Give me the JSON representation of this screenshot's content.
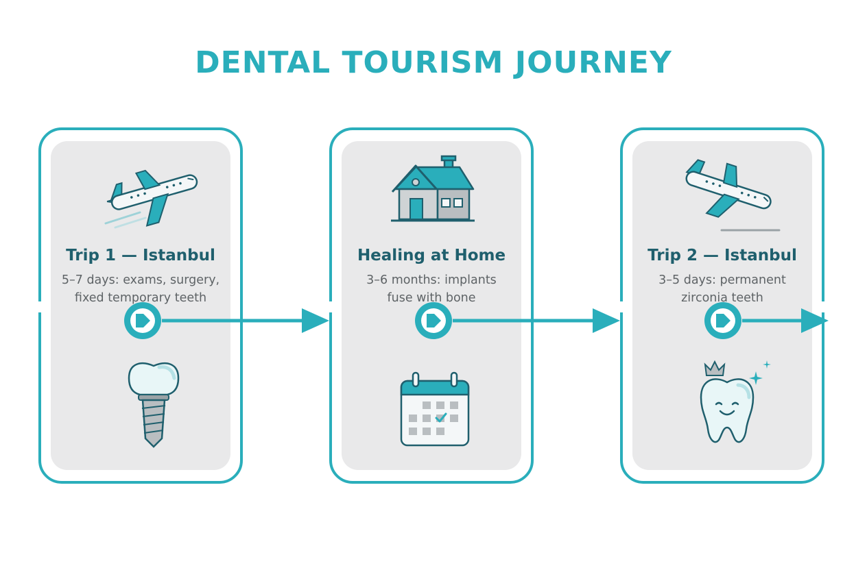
{
  "title": "DENTAL TOURISM JOURNEY",
  "colors": {
    "accent": "#2aaebb",
    "dark": "#1f5f6d",
    "card_fill": "#e9e9ea"
  },
  "steps": [
    {
      "title": "Trip 1 — Istanbul",
      "description": "5–7 days: exams, surgery,\nfixed temporary teeth",
      "top_icon": "airplane-takeoff-icon",
      "bottom_icon": "dental-implant-icon"
    },
    {
      "title": "Healing at Home",
      "description": "3–6 months: implants\nfuse with bone",
      "top_icon": "house-icon",
      "bottom_icon": "calendar-icon"
    },
    {
      "title": "Trip 2 — Istanbul",
      "description": "3–5 days: permanent\nzirconia teeth",
      "top_icon": "airplane-landing-icon",
      "bottom_icon": "smiling-tooth-crown-icon"
    }
  ]
}
